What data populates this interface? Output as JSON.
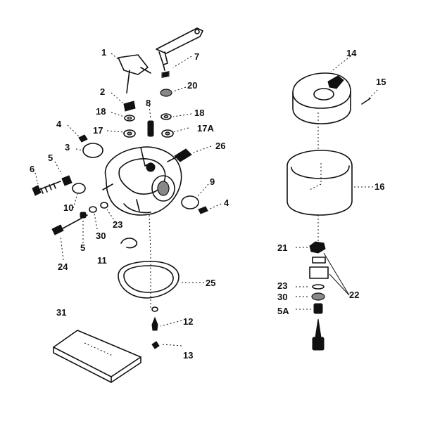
{
  "callouts": [
    {
      "id": "c1",
      "text": "1"
    },
    {
      "id": "c7",
      "text": "7"
    },
    {
      "id": "c2",
      "text": "2"
    },
    {
      "id": "c20",
      "text": "20"
    },
    {
      "id": "c18a",
      "text": "18"
    },
    {
      "id": "c8",
      "text": "8"
    },
    {
      "id": "c18b",
      "text": "18"
    },
    {
      "id": "c4a",
      "text": "4"
    },
    {
      "id": "c17",
      "text": "17"
    },
    {
      "id": "c17a",
      "text": "17A"
    },
    {
      "id": "c3",
      "text": "3"
    },
    {
      "id": "c26",
      "text": "26"
    },
    {
      "id": "c5a",
      "text": "5"
    },
    {
      "id": "c6",
      "text": "6"
    },
    {
      "id": "c9",
      "text": "9"
    },
    {
      "id": "c4b",
      "text": "4"
    },
    {
      "id": "c10",
      "text": "10"
    },
    {
      "id": "c30a",
      "text": "30"
    },
    {
      "id": "c23a",
      "text": "23"
    },
    {
      "id": "c5b",
      "text": "5"
    },
    {
      "id": "c24",
      "text": "24"
    },
    {
      "id": "c11",
      "text": "11"
    },
    {
      "id": "c25",
      "text": "25"
    },
    {
      "id": "c31",
      "text": "31"
    },
    {
      "id": "c12",
      "text": "12"
    },
    {
      "id": "c13",
      "text": "13"
    },
    {
      "id": "c14",
      "text": "14"
    },
    {
      "id": "c15",
      "text": "15"
    },
    {
      "id": "c16",
      "text": "16"
    },
    {
      "id": "c21",
      "text": "21"
    },
    {
      "id": "c23b",
      "text": "23"
    },
    {
      "id": "c22",
      "text": "22"
    },
    {
      "id": "c30b",
      "text": "30"
    },
    {
      "id": "c5A",
      "text": "5A"
    }
  ]
}
